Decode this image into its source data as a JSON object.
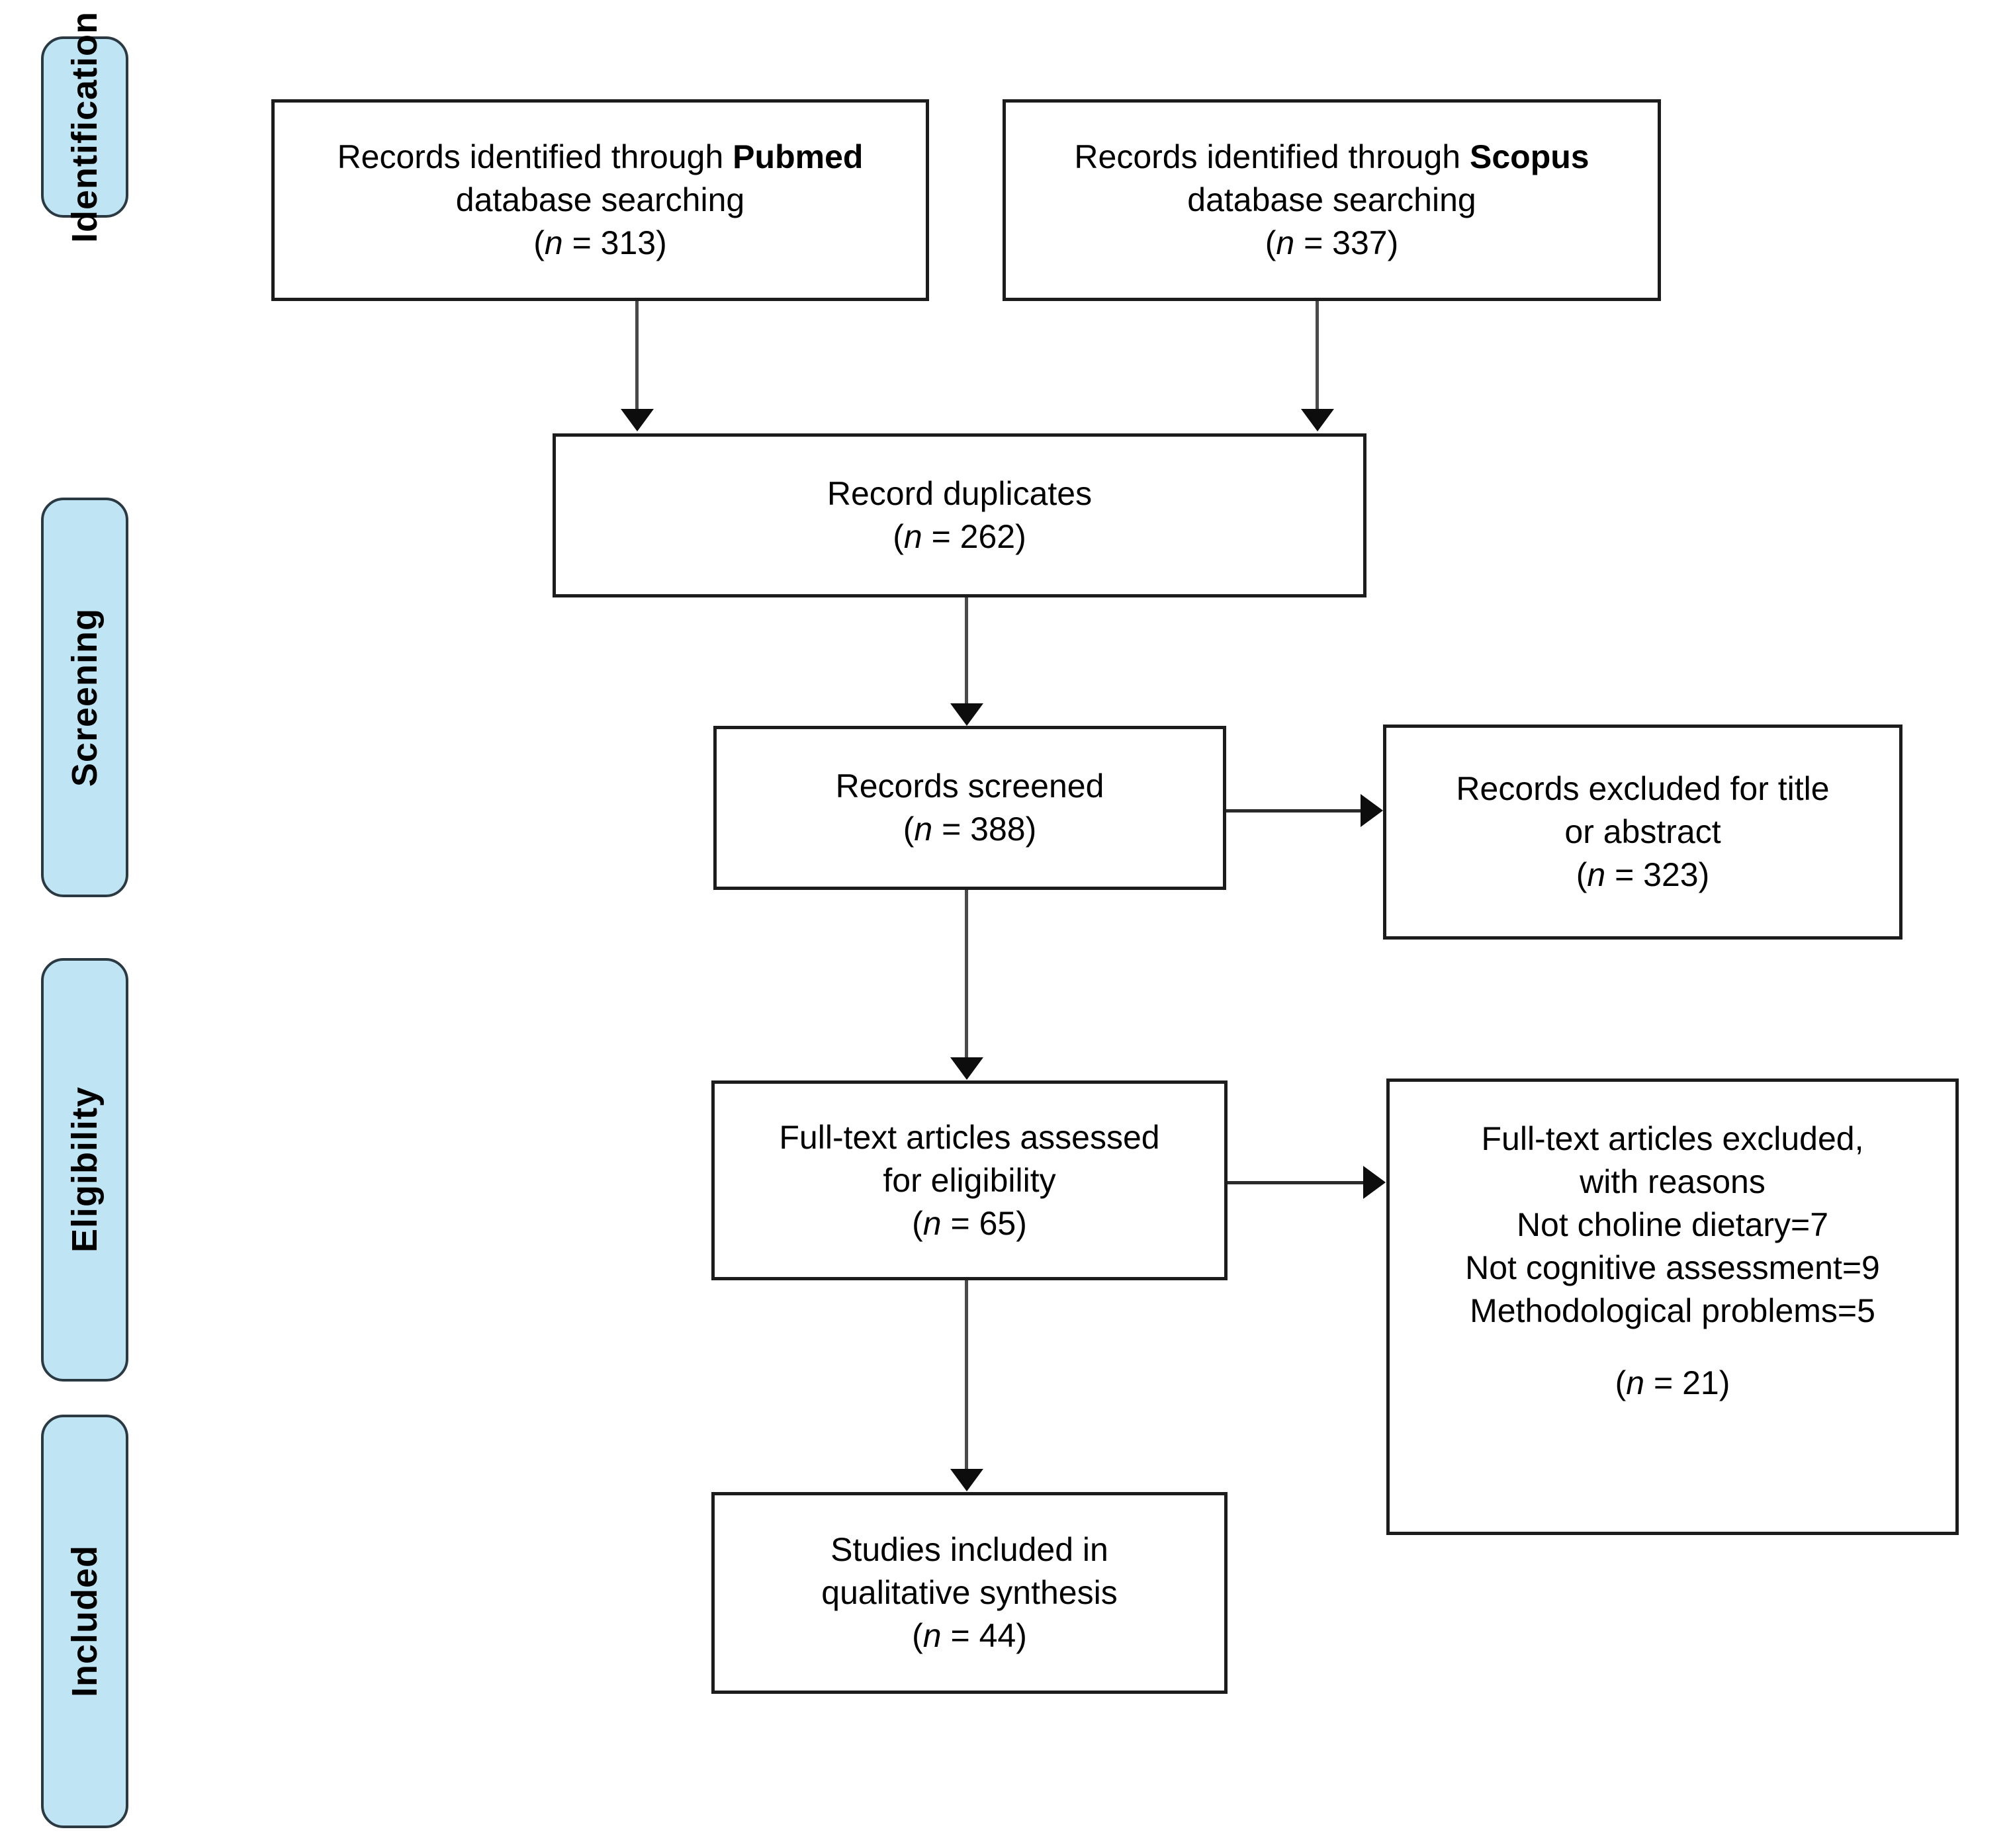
{
  "diagram": {
    "title": "PRISMA study selection flow diagram",
    "accent_blue": "#bfe5f4",
    "border_dark": "#2b3a42",
    "box_border": "#1c1c1c",
    "stages": [
      {
        "id": "identification",
        "label": "Identification"
      },
      {
        "id": "screening",
        "label": "Screening"
      },
      {
        "id": "eligibility",
        "label": "Eligibility"
      },
      {
        "id": "included",
        "label": "Included"
      }
    ],
    "boxes": {
      "pubmed": {
        "line1_prefix": "Records identified through ",
        "line1_bold": "Pubmed",
        "line2": "database searching",
        "count_open": "(",
        "count_n": "n",
        "count_eq": " = 313)"
      },
      "scopus": {
        "line1_prefix": "Records identified through ",
        "line1_bold": "Scopus",
        "line2": "database searching",
        "count_open": "(",
        "count_n": "n",
        "count_eq": " = 337)"
      },
      "duplicates": {
        "line1": "Record duplicates",
        "count_open": "(",
        "count_n": "n",
        "count_eq": " = 262)"
      },
      "screened": {
        "line1": "Records screened",
        "count_open": "(",
        "count_n": "n",
        "count_eq": " = 388)"
      },
      "excluded_title_abstract": {
        "line1": "Records excluded for title",
        "line2": "or abstract",
        "count_open": "(",
        "count_n": "n",
        "count_eq": " = 323)"
      },
      "fulltext_assessed": {
        "line1": "Full-text articles assessed",
        "line2": "for eligibility",
        "count_open": "(",
        "count_n": "n",
        "count_eq": " = 65)"
      },
      "fulltext_excluded": {
        "line1": "Full-text articles excluded,",
        "line2": "with reasons",
        "reason1": "Not choline dietary=7",
        "reason2": "Not cognitive assessment=9",
        "reason3": "Methodological problems=5",
        "count_open": "(",
        "count_n": "n",
        "count_eq": " = 21)"
      },
      "included_studies": {
        "line1": "Studies included in",
        "line2": "qualitative synthesis",
        "count_open": "(",
        "count_n": "n",
        "count_eq": " = 44)"
      }
    }
  },
  "chart_data": {
    "type": "diagram",
    "title": "PRISMA flow of study selection",
    "nodes": [
      {
        "id": "pubmed",
        "stage": "Identification",
        "label": "Records identified through Pubmed database searching",
        "n": 313
      },
      {
        "id": "scopus",
        "stage": "Identification",
        "label": "Records identified through Scopus database searching",
        "n": 337
      },
      {
        "id": "duplicates",
        "stage": "Screening",
        "label": "Record duplicates",
        "n": 262
      },
      {
        "id": "screened",
        "stage": "Screening",
        "label": "Records screened",
        "n": 388
      },
      {
        "id": "excluded_title_abstract",
        "stage": "Screening",
        "label": "Records excluded for title or abstract",
        "n": 323
      },
      {
        "id": "fulltext_assessed",
        "stage": "Eligibility",
        "label": "Full-text articles assessed for eligibility",
        "n": 65
      },
      {
        "id": "fulltext_excluded",
        "stage": "Eligibility",
        "label": "Full-text articles excluded, with reasons",
        "n": 21,
        "reasons": [
          {
            "label": "Not choline dietary",
            "n": 7
          },
          {
            "label": "Not cognitive assessment",
            "n": 9
          },
          {
            "label": "Methodological problems",
            "n": 5
          }
        ]
      },
      {
        "id": "included_studies",
        "stage": "Included",
        "label": "Studies included in qualitative synthesis",
        "n": 44
      }
    ],
    "edges": [
      {
        "from": "pubmed",
        "to": "duplicates"
      },
      {
        "from": "scopus",
        "to": "duplicates"
      },
      {
        "from": "duplicates",
        "to": "screened"
      },
      {
        "from": "screened",
        "to": "excluded_title_abstract"
      },
      {
        "from": "screened",
        "to": "fulltext_assessed"
      },
      {
        "from": "fulltext_assessed",
        "to": "fulltext_excluded"
      },
      {
        "from": "fulltext_assessed",
        "to": "included_studies"
      }
    ]
  }
}
